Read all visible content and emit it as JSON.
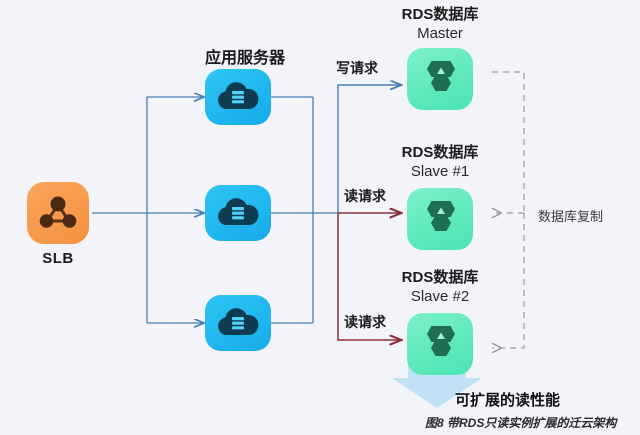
{
  "diagram": {
    "background_color": "#f2f4fa",
    "groups": {
      "app_servers_title": "应用服务器",
      "slb_label": "SLB"
    },
    "databases": [
      {
        "name_cn": "RDS数据库",
        "role": "Master"
      },
      {
        "name_cn": "RDS数据库",
        "role": "Slave #1"
      },
      {
        "name_cn": "RDS数据库",
        "role": "Slave #2"
      }
    ],
    "flows": [
      {
        "label": "写请求",
        "color": "#4a7ebb"
      },
      {
        "label": "读请求",
        "color": "#8c2f39"
      },
      {
        "label": "读请求",
        "color": "#8c2f39"
      }
    ],
    "replication_label": "数据库复制",
    "scalable_label": "可扩展的读性能",
    "caption": "图8  带RDS只读实例扩展的迁云架构",
    "colors": {
      "slb": "#f89a4c",
      "app_server": "#1fb6ef",
      "rds": "#5fe9bd",
      "rds_icon": "#1f6e52",
      "link_blue": "#4a7ebb",
      "link_red": "#8c2f39",
      "dashed_gray": "#9a9aa5",
      "big_arrow": "#bfe3f5"
    }
  }
}
